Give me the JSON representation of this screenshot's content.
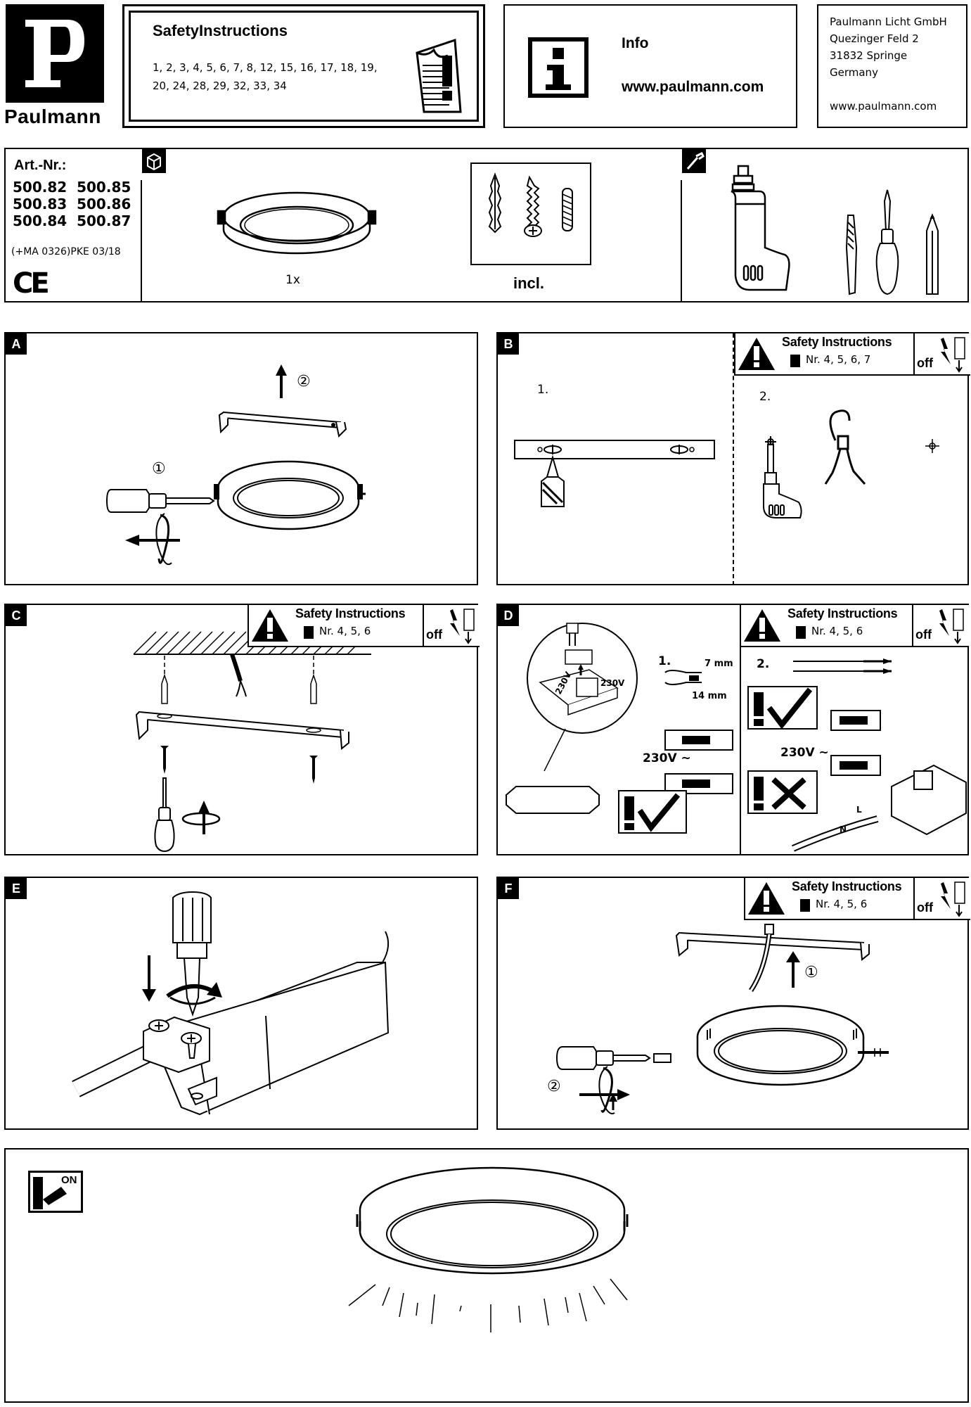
{
  "header": {
    "brand_name": "Paulmann",
    "safety_title": "SafetyInstructions",
    "safety_numbers_line1": "1, 2, 3, 4, 5, 6, 7, 8, 12, 15, 16, 17, 18, 19,",
    "safety_numbers_line2": "20, 24, 28, 29, 32, 33, 34",
    "info_title": "Info",
    "info_url": "www.paulmann.com",
    "address_line1": "Paulmann Licht GmbH",
    "address_line2": "Quezinger Feld 2",
    "address_line3": "31832 Springe",
    "address_line4": "Germany",
    "address_url": "www.paulmann.com"
  },
  "article": {
    "label": "Art.-Nr.:",
    "numbers_row1": "500.82  500.85",
    "numbers_row2": "500.83  500.86",
    "numbers_row3": "500.84  500.87",
    "code": "(+MA 0326)PKE 03/18",
    "ce_mark": "CE",
    "quantity": "1x",
    "included_label": "incl."
  },
  "panels": {
    "a": {
      "label": "A",
      "step1": "①",
      "step2": "②"
    },
    "b": {
      "label": "B",
      "step1": "1.",
      "step2": "2."
    },
    "c": {
      "label": "C"
    },
    "d": {
      "label": "D",
      "step1": "1.",
      "step2": "2.",
      "dim1": "7 mm",
      "dim2": "14 mm",
      "voltage1": "230V",
      "voltage2": "230V",
      "voltage3": "230V ~",
      "voltage4": "230V ~",
      "wire_l": "L",
      "wire_n": "N"
    },
    "e": {
      "label": "E"
    },
    "f": {
      "label": "F",
      "step1": "①",
      "step2": "②"
    },
    "g": {
      "on_label": "ON"
    }
  },
  "safety_box": {
    "title": "Safety Instructions",
    "numbers_b": "Nr. 4, 5, 6, 7",
    "numbers_c": "Nr. 4, 5, 6",
    "numbers_d": "Nr. 4, 5, 6",
    "numbers_f": "Nr. 4, 5, 6",
    "off_label": "off"
  }
}
